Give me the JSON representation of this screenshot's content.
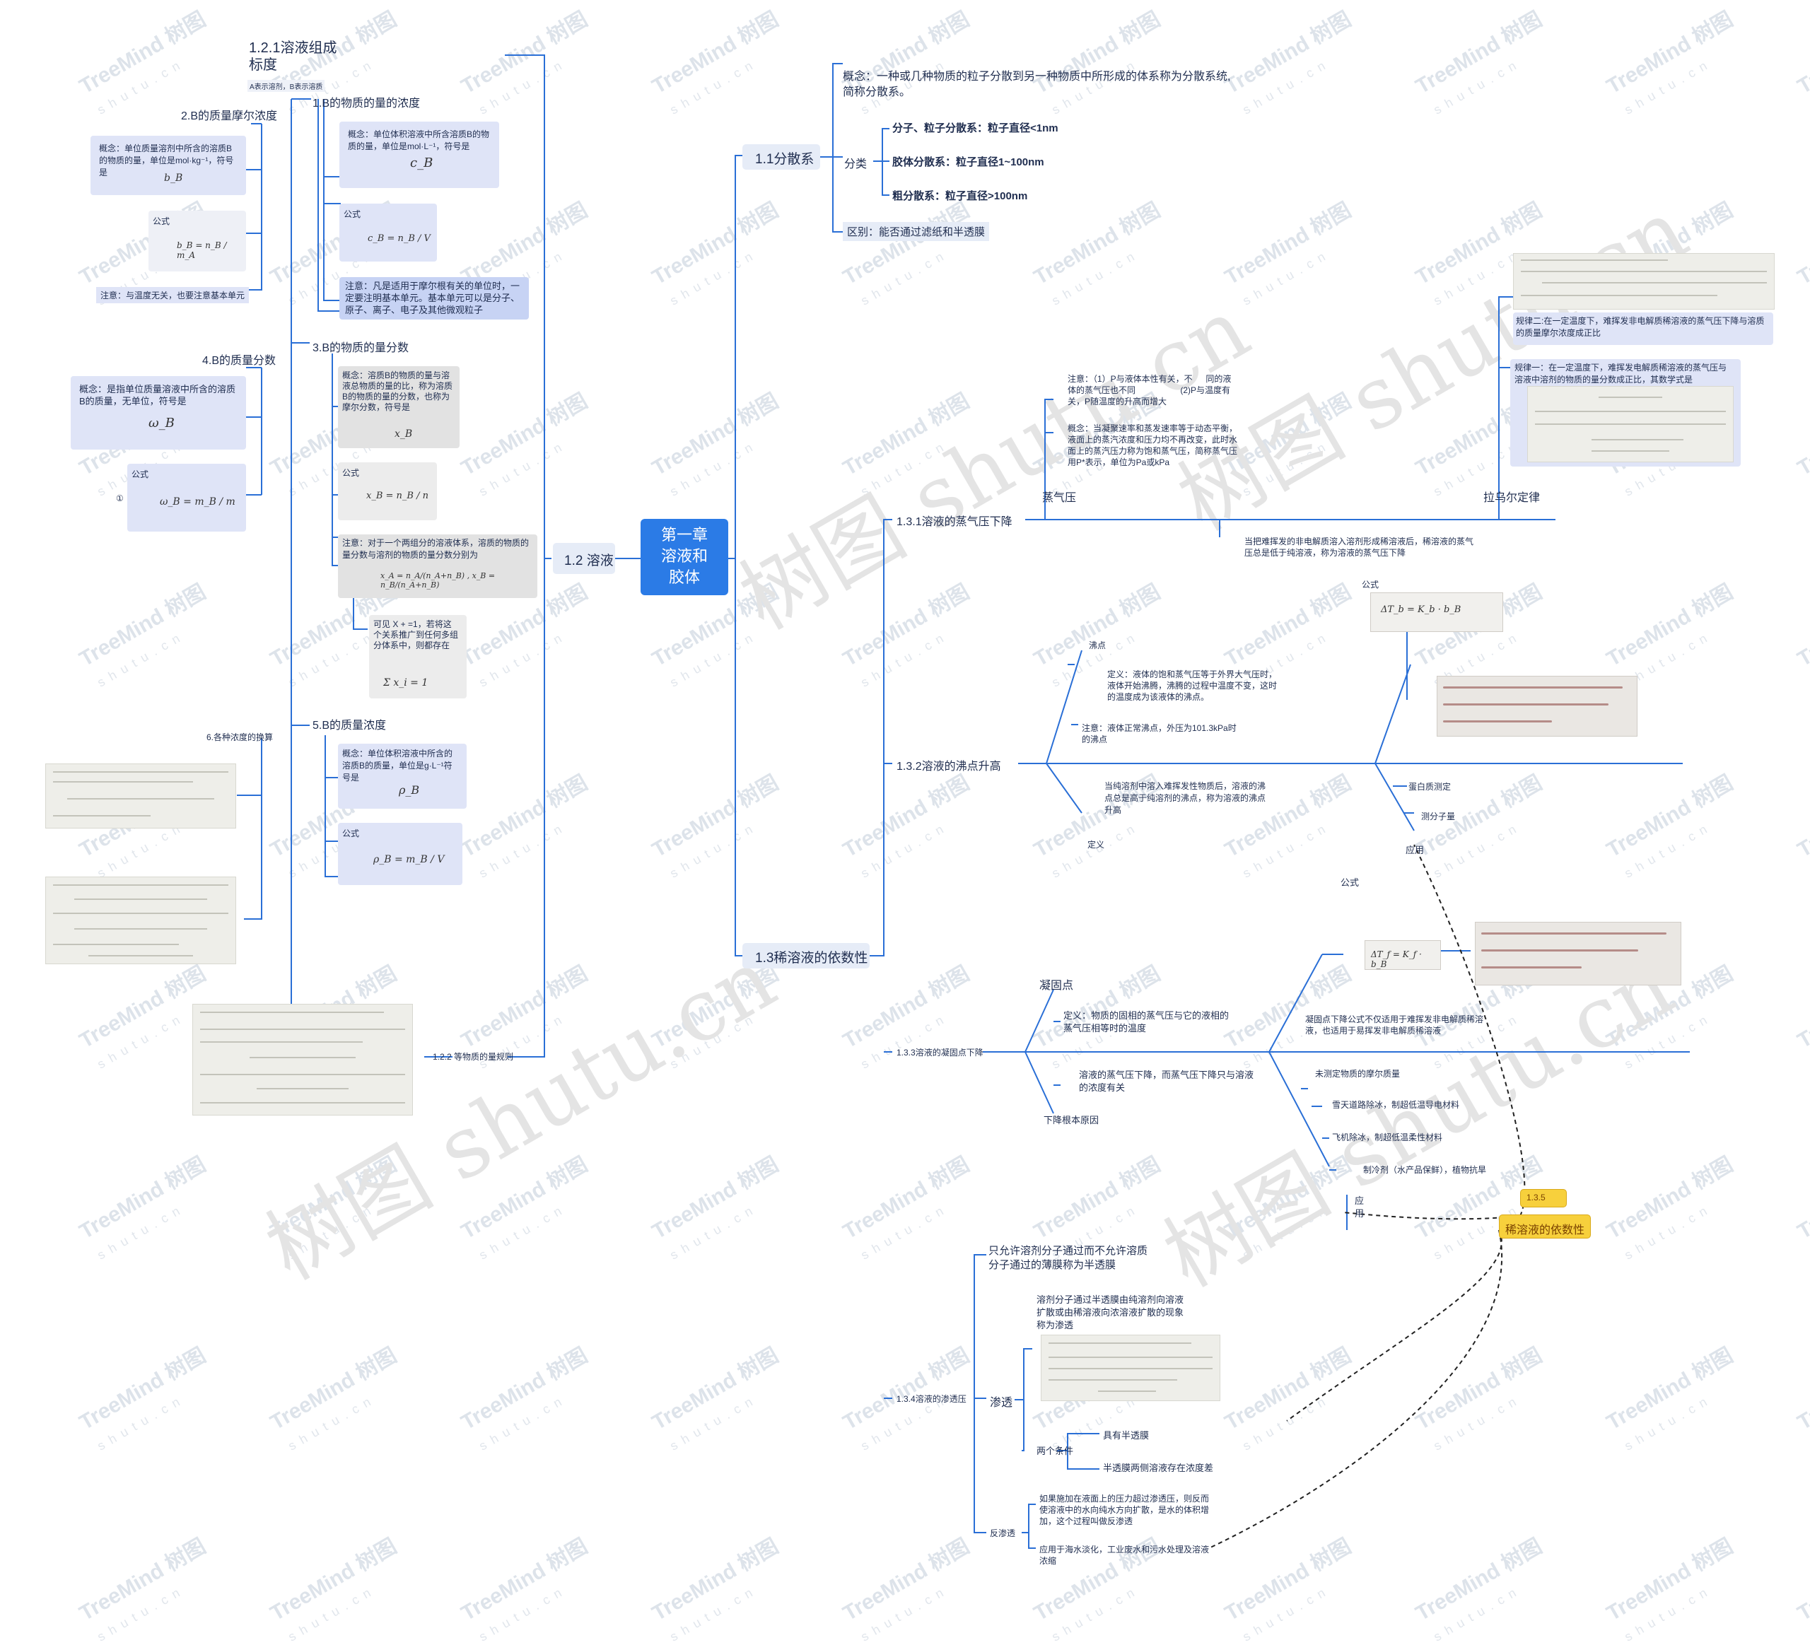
{
  "center": "第一章\n溶液和\n胶体",
  "watermark": {
    "brand": "TreeMind 树图",
    "domain": "shutu.cn",
    "big": "树图 shutu.cn"
  },
  "left": {
    "branch": "1.2 溶液",
    "s121": {
      "title": "1.2.1溶液组成\n标度",
      "note": "A表示溶剂，B表示溶质"
    },
    "s1": {
      "title": "1.B的物质的量的浓度",
      "concept": "概念：单位体积溶液中所含溶质B的物质的量，单位是mol·L⁻¹，符号是",
      "symbol": "c_B",
      "formula_label": "公式",
      "formula": "c_B = n_B / V",
      "note": "注意：凡是适用于摩尔根有关的单位时，一定要注明基本单元。基本单元可以是分子、原子、离子、电子及其他微观粒子"
    },
    "s2": {
      "title": "2.B的质量摩尔浓度",
      "concept": "概念：单位质量溶剂中所含的溶质B的物质的量，单位是mol·kg⁻¹，符号是",
      "symbol": "b_B",
      "formula_label": "公式",
      "formula": "b_B = n_B / m_A",
      "note": "注意：与温度无关，也要注意基本单元"
    },
    "s3": {
      "title": "3.B的物质的量分数",
      "concept": "概念：溶质B的物质的量与溶液总物质的量的比，称为溶质B的物质的量的分数，也称为摩尔分数，符号是",
      "symbol": "x_B",
      "formula_label": "公式",
      "formula": "x_B = n_B / n",
      "note": "注意：对于一个两组分的溶液体系，溶质的物质的量分数与溶剂的物质的量分数分别为",
      "note_formula": "x_A = n_A/(n_A+n_B) , x_B = n_B/(n_A+n_B)",
      "extra": "可见 X   +   =1，若将这个关系推广到任何多组分体系中，则都存在",
      "extra_formula": "Σ x_i = 1"
    },
    "s4": {
      "title": "4.B的质量分数",
      "concept": "概念：是指单位质量溶液中所含的溶质B的质量，无单位，符号是",
      "symbol": "ω_B",
      "formula_label": "公式",
      "formula": "ω_B = m_B / m",
      "marker": "①"
    },
    "s5": {
      "title": "5.B的质量浓度",
      "concept": "概念：单位体积溶液中所含的溶质B的质量，单位是g·L⁻¹符号是",
      "symbol": "ρ_B",
      "formula_label": "公式",
      "formula": "ρ_B = m_B / V"
    },
    "s6": {
      "title": "6.各种浓度的换算"
    },
    "s122": {
      "title": "1.2.2  等物质的量规则"
    }
  },
  "right": {
    "b11": {
      "title": "1.1分散系",
      "concept": "概念：一种或几种物质的粒子分散到另一种物质中所形成的体系称为分散系统,简称分散系。",
      "classify": "分类",
      "items": [
        "分子、粒子分散系：粒子直径<1nm",
        "胶体分散系：粒子直径1~100nm",
        "粗分散系：粒子直径>100nm"
      ],
      "diff": "区别：能否通过滤纸和半透膜"
    },
    "b13": {
      "title": "1.3稀溶液的依数性"
    },
    "b131": {
      "title": "1.3.1溶液的蒸气压下降",
      "vp": "蒸气压",
      "vp_note": "注意：（1）P与液体本性有关，不 　 同的液体的蒸气压也不同　　　　　 (2)P与温度有关，P随温度的升高而增大",
      "vp_concept": "概念：当凝聚速率和蒸发速率等于动态平衡，液面上的蒸汽浓度和压力均不再改变，此时水面上的蒸汽压力称为饱和蒸气压，简称蒸气压用P*表示，单位为Pa或kPa",
      "raoult": "拉乌尔定律",
      "rule2": "规律二:在一定温度下，难挥发非电解质稀溶液的蒸气压下降与溶质的质量摩尔浓度成正比",
      "rule1": "规律一：在一定温度下，难挥发电解质稀溶液的蒸气压与溶液中溶剂的物质的量分数成正比，其数学式是",
      "def": "当把难挥发的非电解质溶入溶剂形成稀溶液后，稀溶液的蒸气压总是低于纯溶液，称为溶液的蒸气压下降"
    },
    "b132": {
      "title": "1.3.2溶液的沸点升高",
      "bp": "沸点",
      "bp_def": "定义：液体的饱和蒸气压等于外界大气压时，液体开始沸腾，沸腾的过程中温度不变，这时的温度成为该液体的沸点。",
      "bp_note": "注意：液体正常沸点，外压为101.3kPa时的沸点",
      "def_text": "当纯溶剂中溶入难挥发性物质后，溶液的沸点总是高于纯溶剂的沸点，称为溶液的沸点升高",
      "def_label": "定义",
      "formula_label": "公式",
      "formula": "ΔT_b = K_b · b_B",
      "apps": [
        "蛋白质测定",
        "测分子量"
      ],
      "app_label": "应用"
    },
    "b133": {
      "title": "1.3.3溶液的凝固点下降",
      "fp": "凝固点",
      "fp_def": "定义：物质的固相的蒸气压与它的液相的蒸气压相等时的温度",
      "cause_text": "溶液的蒸气压下降，而蒸气压下降只与溶液的浓度有关",
      "cause_label": "下降根本原因",
      "formula_label": "公式",
      "formula": "ΔT_f = K_f · b_B",
      "note": "凝固点下降公式不仅适用于难挥发非电解质稀溶液，也适用于易挥发非电解质稀溶液",
      "apps": [
        "未测定物质的摩尔质量",
        "雪天道路除冰，制超低温导电材料",
        "飞机除冰，制超低温柔性材料",
        "制冷剂（水产品保鲜），植物抗旱"
      ],
      "app_label": "应\n用"
    },
    "b134": {
      "title": "1.3.4溶液的渗透压",
      "membrane": "只允许溶剂分子通过而不允许溶质分子通过的薄膜称为半透膜",
      "osm_label": "渗透",
      "osm_def": "溶剂分子通过半透膜由纯溶剂向溶液扩散或由稀溶液向浓溶液扩散的现象称为渗透",
      "cond_label": "两个条件",
      "conds": [
        "具有半透膜",
        "半透膜两侧溶液存在浓度差"
      ],
      "rev_label": "反渗透",
      "rev_def": "如果施加在液面上的压力超过渗透压，则反而使溶液中的水向纯水方向扩散，是水的体积增加，这个过程叫做反渗透",
      "rev_app": "应用于海水淡化，工业废水和污水处理及溶液浓缩"
    },
    "summary": {
      "tag": "1.3.5",
      "label": "稀溶液的依数性"
    }
  },
  "colors": {
    "center": "#2b7be6",
    "line": "#2a6fd6",
    "box": "#dfe4f7",
    "yellow": "#f7d03c"
  }
}
